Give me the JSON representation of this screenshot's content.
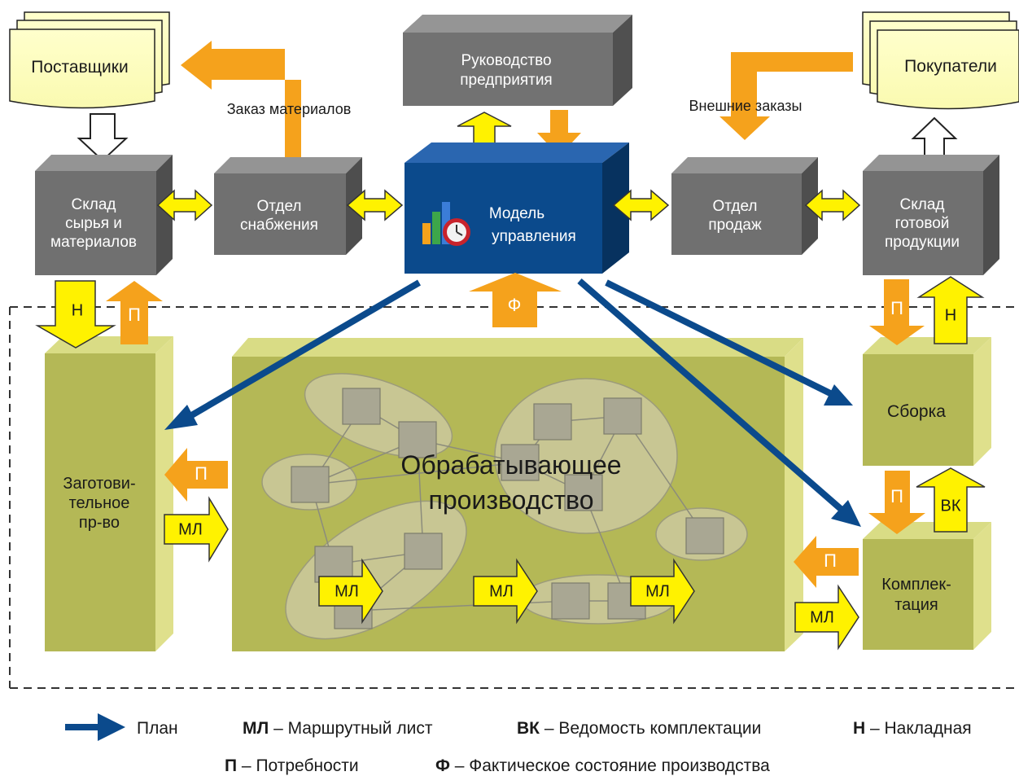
{
  "nodes": {
    "suppliers": "Поставщики",
    "buyers": "Покупатели",
    "management": [
      "Руководство",
      "предприятия"
    ],
    "model": [
      "Модель",
      "управления"
    ],
    "raw_warehouse": [
      "Склад",
      "сырья и",
      "материалов"
    ],
    "supply_dept": [
      "Отдел",
      "снабжения"
    ],
    "sales_dept": [
      "Отдел",
      "продаж"
    ],
    "finished_warehouse": [
      "Склад",
      "готовой",
      "продукции"
    ],
    "blank_production": [
      "Заготови-",
      "тельное",
      "пр-во"
    ],
    "processing": [
      "Обрабатывающее",
      "производство"
    ],
    "assembly": "Сборка",
    "kitting": [
      "Комплек-",
      "тация"
    ]
  },
  "flow_labels": {
    "material_order": "Заказ материалов",
    "external_orders": "Внешние заказы"
  },
  "arrow_labels": {
    "n": "Н",
    "p": "П",
    "f": "Ф",
    "ml": "МЛ",
    "vk": "ВК"
  },
  "legend": {
    "plan": "План",
    "ml_abbr": "МЛ",
    "ml_text": " – Маршрутный лист",
    "vk_abbr": "ВК",
    "vk_text": " – Ведомость комплектации",
    "n_abbr": "Н",
    "n_text": " – Накладная",
    "p_abbr": "П",
    "p_text": " – Потребности",
    "f_abbr": "Ф",
    "f_text": " – Фактическое состояние производства"
  },
  "colors": {
    "plan_arrow": "#0b4a8c",
    "demand_arrow": "#f5a21c",
    "flow_arrow": "#fff200",
    "grey_box": "#6e6e6e",
    "model_box": "#0b4a8c",
    "olive_box": "#b4b856"
  }
}
